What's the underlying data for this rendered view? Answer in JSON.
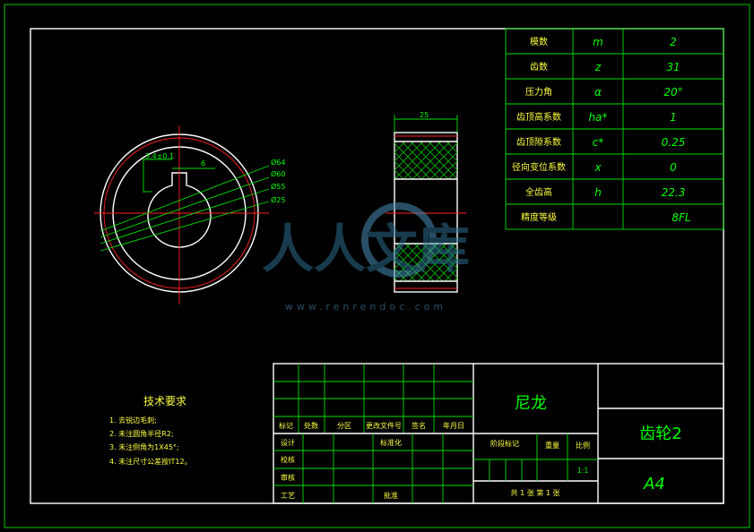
{
  "param_table": {
    "rows": [
      {
        "name": "模数",
        "symbol": "m",
        "value": "2"
      },
      {
        "name": "齿数",
        "symbol": "z",
        "value": "31"
      },
      {
        "name": "压力角",
        "symbol": "α",
        "value": "20°"
      },
      {
        "name": "齿顶高系数",
        "symbol": "ha*",
        "value": "1"
      },
      {
        "name": "齿顶隙系数",
        "symbol": "c*",
        "value": "0.25"
      },
      {
        "name": "径向变位系数",
        "symbol": "x",
        "value": "0"
      },
      {
        "name": "全齿高",
        "symbol": "h",
        "value": "22.3"
      },
      {
        "name": "精度等级",
        "symbol": "",
        "value": "8FL"
      }
    ]
  },
  "front_view": {
    "key_dim_depth": "3.4±0.1",
    "key_dim_width": "6",
    "diameters": [
      "Ø64",
      "Ø60",
      "Ø55",
      "Ø25"
    ]
  },
  "side_view": {
    "width_dim": "25"
  },
  "tech_req": {
    "title": "技术要求",
    "items": [
      "1. 去锐边毛刺;",
      "2. 未注圆角半径R2;",
      "3. 未注倒角为1X45°;",
      "4. 未注尺寸公差按IT12。"
    ]
  },
  "watermark": {
    "text": "人人文库",
    "url": "www.renrendoc.com"
  },
  "title_block": {
    "material": "尼龙",
    "part_name": "齿轮2",
    "sheet_size": "A4",
    "headers": [
      "标记",
      "处数",
      "分区",
      "更改文件号",
      "签名",
      "年月日"
    ],
    "design": "设计",
    "standard": "标准化",
    "check": "校核",
    "review": "审核",
    "process": "工艺",
    "approve": "批准",
    "stage_mark": "阶段标记",
    "weight": "重量",
    "scale": "比例",
    "scale_value": "1:1",
    "sheets": "共 1 张  第 1 张"
  }
}
